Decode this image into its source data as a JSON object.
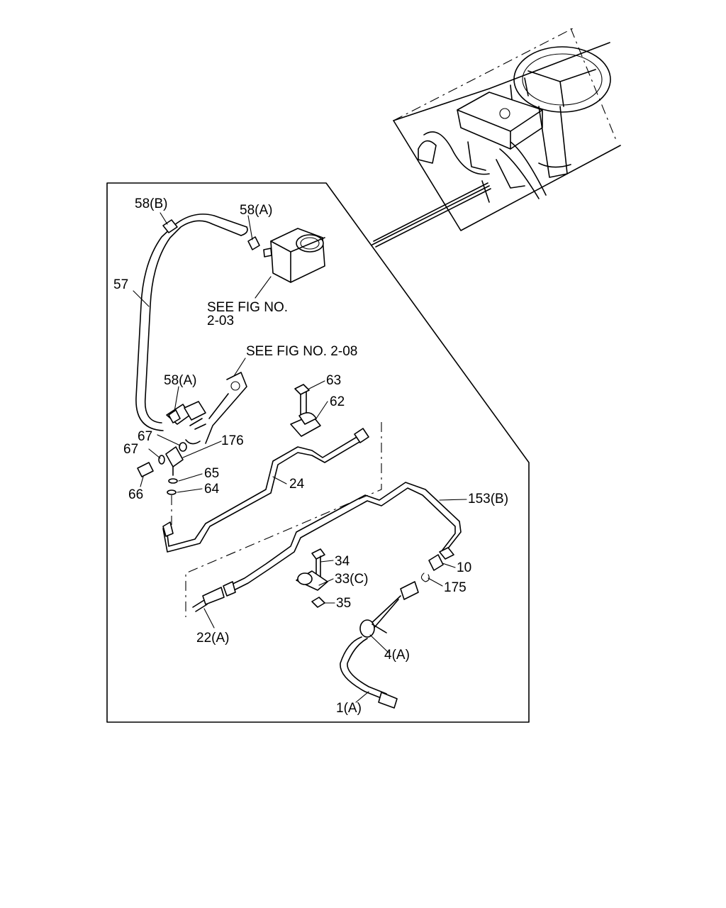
{
  "labels": {
    "p58b": "58(B)",
    "p58a_top": "58(A)",
    "p57": "57",
    "see_fig_203_l1": "SEE FIG NO.",
    "see_fig_203_l2": "2-03",
    "see_fig_208": "SEE FIG NO. 2-08",
    "p58a_mid": "58(A)",
    "p63": "63",
    "p62": "62",
    "p67a": "67",
    "p67b": "67",
    "p176": "176",
    "p65": "65",
    "p64": "64",
    "p66": "66",
    "p24": "24",
    "p153b": "153(B)",
    "p34": "34",
    "p33c": "33(C)",
    "p35": "35",
    "p10": "10",
    "p175": "175",
    "p22a": "22(A)",
    "p4a": "4(A)",
    "p1a": "1(A)"
  }
}
